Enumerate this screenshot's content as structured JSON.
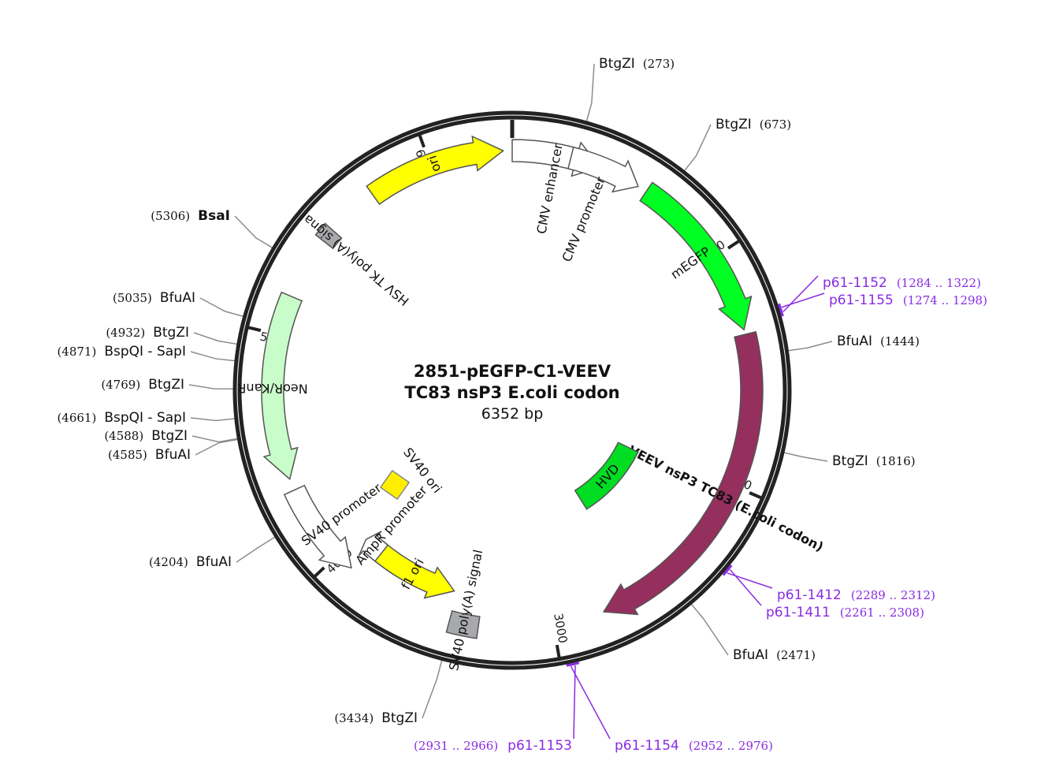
{
  "plasmid": {
    "name_line1": "2851-pEGFP-C1-VEEV",
    "name_line2": "TC83 nsP3 E.coli codon",
    "size_label": "6352 bp",
    "length": 6352
  },
  "ticks": [
    {
      "pos": 1000,
      "label": "1000"
    },
    {
      "pos": 2000,
      "label": "2000"
    },
    {
      "pos": 3000,
      "label": "3000"
    },
    {
      "pos": 4000,
      "label": "4000"
    },
    {
      "pos": 5000,
      "label": "5000"
    },
    {
      "pos": 6000,
      "label": "6000"
    }
  ],
  "features": [
    {
      "name": "ori",
      "start": 5725,
      "end": 6314,
      "color": "#ffff00",
      "text_color": "#111111",
      "direction": "cw",
      "track": "ring1",
      "label_inside": true
    },
    {
      "name": "CMV enhancer",
      "start": 0,
      "end": 380,
      "color": "#ffffff",
      "text_color": "#111111",
      "direction": "cw",
      "track": "ring1",
      "label_inside": false
    },
    {
      "name": "CMV promoter",
      "start": 250,
      "end": 560,
      "color": "#ffffff",
      "text_color": "#111111",
      "direction": "cw",
      "track": "ring1",
      "label_inside": false
    },
    {
      "name": "mEGFP",
      "start": 600,
      "end": 1330,
      "color": "#00ff22",
      "text_color": "#111111",
      "direction": "cw",
      "track": "ring1",
      "label_inside": false
    },
    {
      "name": "VEEV nsP3 TC83 (E.coli codon)",
      "start": 1350,
      "end": 2780,
      "color": "#942f5e",
      "text_color": "#ffffff",
      "direction": "cw",
      "track": "ring1",
      "label_inside": true
    },
    {
      "name": "HVD",
      "start": 2050,
      "end": 2610,
      "color": "#00dd22",
      "text_color": "#111111",
      "direction": "none",
      "track": "ring3",
      "label_inside": true
    },
    {
      "name": "SV40 poly(A) signal",
      "start": 3320,
      "end": 3445,
      "color": "#a8a9ad",
      "text_color": "#111111",
      "direction": "none",
      "track": "ring1",
      "label_inside": false
    },
    {
      "name": "f1 ori",
      "start": 3460,
      "end": 3890,
      "color": "#ffff00",
      "text_color": "#111111",
      "direction": "ccw_head_right",
      "track": "ring2",
      "label_inside": true
    },
    {
      "name": "AmpR promoter",
      "start": 3860,
      "end": 3960,
      "color": "#ffffff",
      "text_color": "#111111",
      "direction": "cw",
      "track": "ring2",
      "label_inside": false
    },
    {
      "name": "SV40 promoter",
      "start": 3920,
      "end": 4330,
      "color": "#ffffff",
      "text_color": "#111111",
      "direction": "ccw",
      "track": "ring1",
      "label_inside": false
    },
    {
      "name": "NeoR/KanR",
      "start": 4380,
      "end": 5170,
      "color": "#c8fcc9",
      "text_color": "#111111",
      "direction": "ccw",
      "track": "ring1",
      "label_inside": true
    },
    {
      "name": "HSV TK poly(A) signal",
      "start": 5440,
      "end": 5500,
      "color": "#a8a9ad",
      "text_color": "#111111",
      "direction": "none",
      "track": "ring1",
      "label_inside": false
    },
    {
      "name": "SV40 ori",
      "start": 0,
      "end": 0,
      "color": "#ffee00",
      "text_color": "#111111",
      "direction": "none",
      "track": "center",
      "label_inside": false
    }
  ],
  "sites": [
    {
      "name": "BtgZI",
      "pos_label": "(273)",
      "pos": 273,
      "bold": false,
      "side": "right"
    },
    {
      "name": "BtgZI",
      "pos_label": "(673)",
      "pos": 673,
      "bold": false,
      "side": "right"
    },
    {
      "name": "BfuAI",
      "pos_label": "(1444)",
      "pos": 1444,
      "bold": false,
      "side": "right"
    },
    {
      "name": "BtgZI",
      "pos_label": "(1816)",
      "pos": 1816,
      "bold": false,
      "side": "right"
    },
    {
      "name": "BfuAI",
      "pos_label": "(2471)",
      "pos": 2471,
      "bold": false,
      "side": "right"
    },
    {
      "name": "BtgZI",
      "pos_label": "(3434)",
      "pos": 3434,
      "bold": false,
      "side": "left"
    },
    {
      "name": "BfuAI",
      "pos_label": "(4204)",
      "pos": 4204,
      "bold": false,
      "side": "left"
    },
    {
      "name": "BfuAI",
      "pos_label": "(4585)",
      "pos": 4585,
      "bold": false,
      "side": "left"
    },
    {
      "name": "BtgZI",
      "pos_label": "(4588)",
      "pos": 4588,
      "bold": false,
      "side": "left"
    },
    {
      "name": "BspQI - SapI",
      "pos_label": "(4661)",
      "pos": 4661,
      "bold": false,
      "side": "left"
    },
    {
      "name": "BtgZI",
      "pos_label": "(4769)",
      "pos": 4769,
      "bold": false,
      "side": "left"
    },
    {
      "name": "BspQI - SapI",
      "pos_label": "(4871)",
      "pos": 4871,
      "bold": false,
      "side": "left"
    },
    {
      "name": "BtgZI",
      "pos_label": "(4932)",
      "pos": 4932,
      "bold": false,
      "side": "left"
    },
    {
      "name": "BfuAI",
      "pos_label": "(5035)",
      "pos": 5035,
      "bold": false,
      "side": "left"
    },
    {
      "name": "BsaI",
      "pos_label": "(5306)",
      "pos": 5306,
      "bold": true,
      "side": "left"
    }
  ],
  "primers": [
    {
      "name": "p61-1152",
      "pos_label": "(1284 .. 1322)",
      "pos": 1303
    },
    {
      "name": "p61-1155",
      "pos_label": "(1274 .. 1298)",
      "pos": 1286
    },
    {
      "name": "p61-1412",
      "pos_label": "(2289 .. 2312)",
      "pos": 2300
    },
    {
      "name": "p61-1411",
      "pos_label": "(2261 .. 2308)",
      "pos": 2284
    },
    {
      "name": "p61-1153",
      "pos_label": "(2931 .. 2966)",
      "pos": 2948
    },
    {
      "name": "p61-1154",
      "pos_label": "(2952 .. 2976)",
      "pos": 2964
    }
  ],
  "colors": {
    "backbone": "#222222",
    "site_line": "#8c8c8c",
    "primer": "#8a2be2"
  }
}
